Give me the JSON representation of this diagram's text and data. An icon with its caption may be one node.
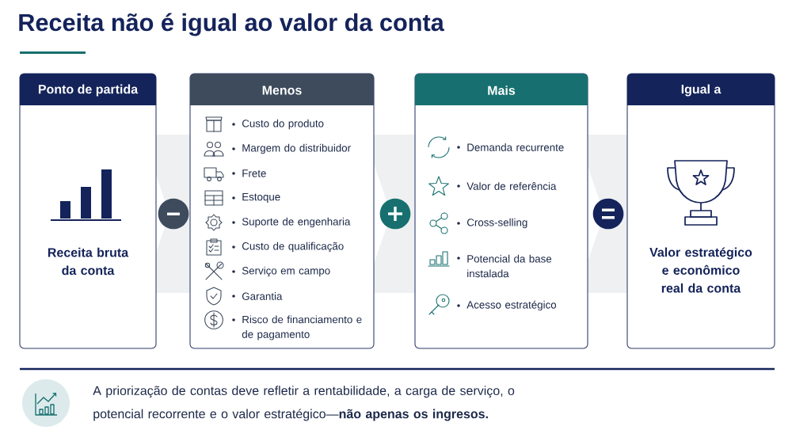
{
  "diagram": {
    "title": "Receita não é igual ao valor da conta",
    "nodes": [
      {
        "text": [
          "Ponto de partida",
          "Receita bruta da conta"
        ]
      },
      {
        "text": [
          "Menos",
          "Custo do produto",
          "Margem do distribuidor",
          "Frete",
          "Estoque",
          "Suporte de engenharia",
          "Custo de qualificação",
          "Serviço em campo",
          "Garantia",
          "Risco de financiamento e de pagamento"
        ]
      },
      {
        "text": [
          "Mais",
          "Demanda recurrente",
          "Valor de referência",
          "Cross-selling",
          "Potencial da base instalada",
          "Acesso estratégico"
        ]
      },
      {
        "text": [
          "Igual a",
          "Valor estratégico e econômico real da conta"
        ]
      }
    ],
    "labels": [
      "A priorização de contas deve refletir a rentabilidade, a carga de serviço, o potencial recorrente e o valor estratégico—**não apenas os ingresos.**"
    ]
  }
}
